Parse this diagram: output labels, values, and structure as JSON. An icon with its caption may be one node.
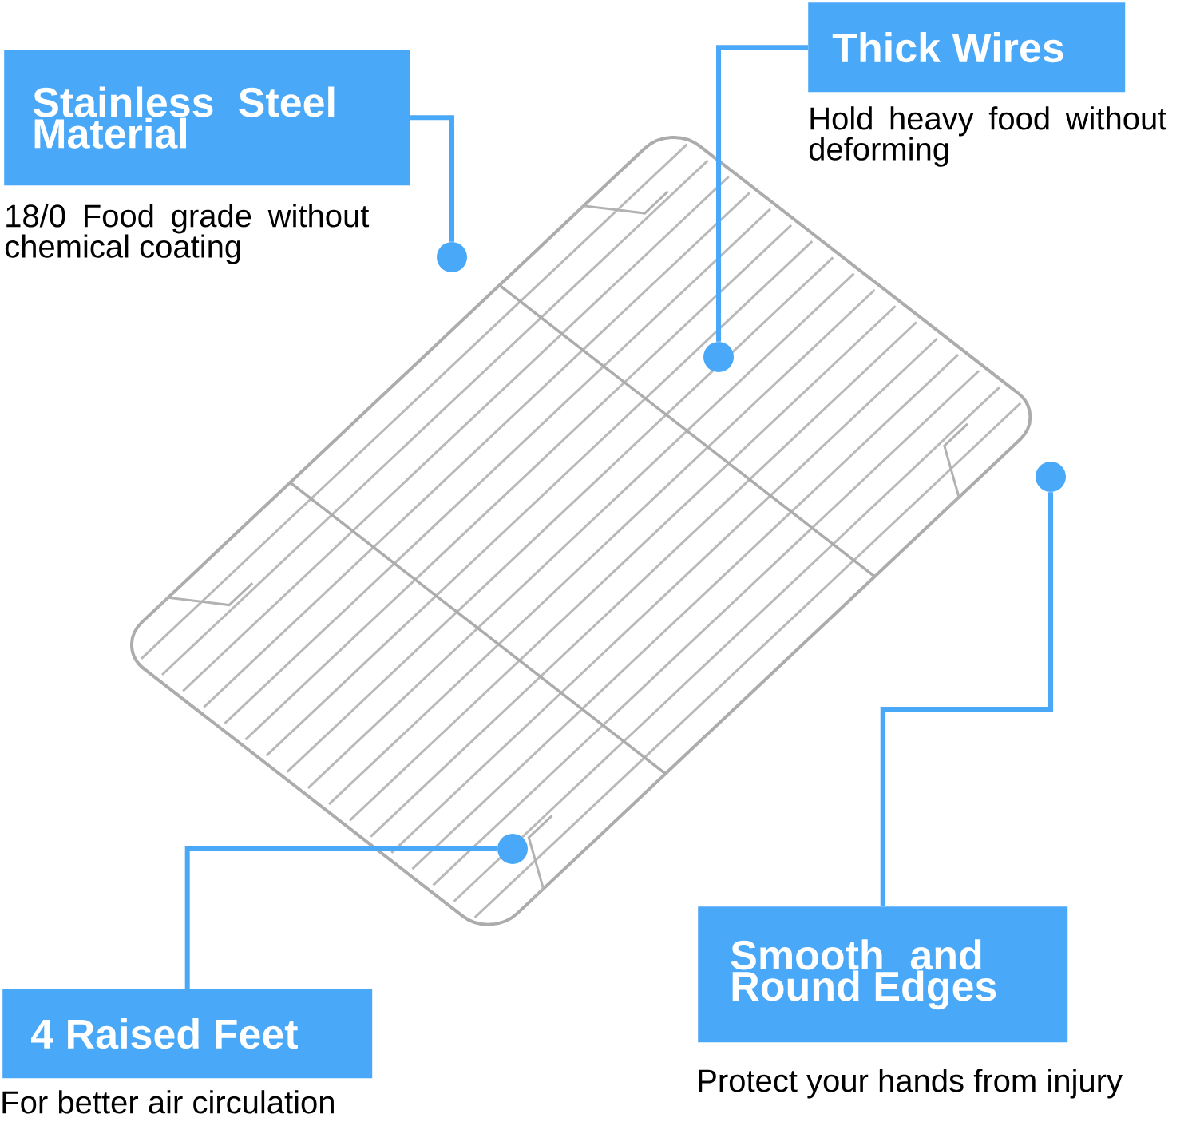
{
  "diagram": {
    "nodes": [
      {
        "text": [
          "Stainless Steel Material"
        ],
        "beside": [
          "18/0 Food grade without chemical coating"
        ]
      },
      {
        "text": [
          "Thick Wires"
        ],
        "beside": [
          "Hold heavy food without deforming"
        ]
      },
      {
        "text": [
          "Smooth and Round Edges"
        ],
        "beside": [
          "Protect your hands from injury"
        ]
      },
      {
        "text": [
          "4 Raised Feet"
        ],
        "beside": [
          "For better air circulation"
        ]
      },
      {
        "text": [],
        "shape": "circle"
      },
      {
        "text": [],
        "shape": "circle"
      },
      {
        "text": [],
        "shape": "circle"
      },
      {
        "text": [],
        "shape": "circle"
      }
    ],
    "edges": [
      {
        "from": 0,
        "to": 4,
        "arrow": "none"
      },
      {
        "from": 1,
        "to": 5,
        "arrow": "none"
      },
      {
        "from": 2,
        "to": 6,
        "arrow": "none"
      },
      {
        "from": 3,
        "to": 7,
        "arrow": "none"
      }
    ]
  }
}
